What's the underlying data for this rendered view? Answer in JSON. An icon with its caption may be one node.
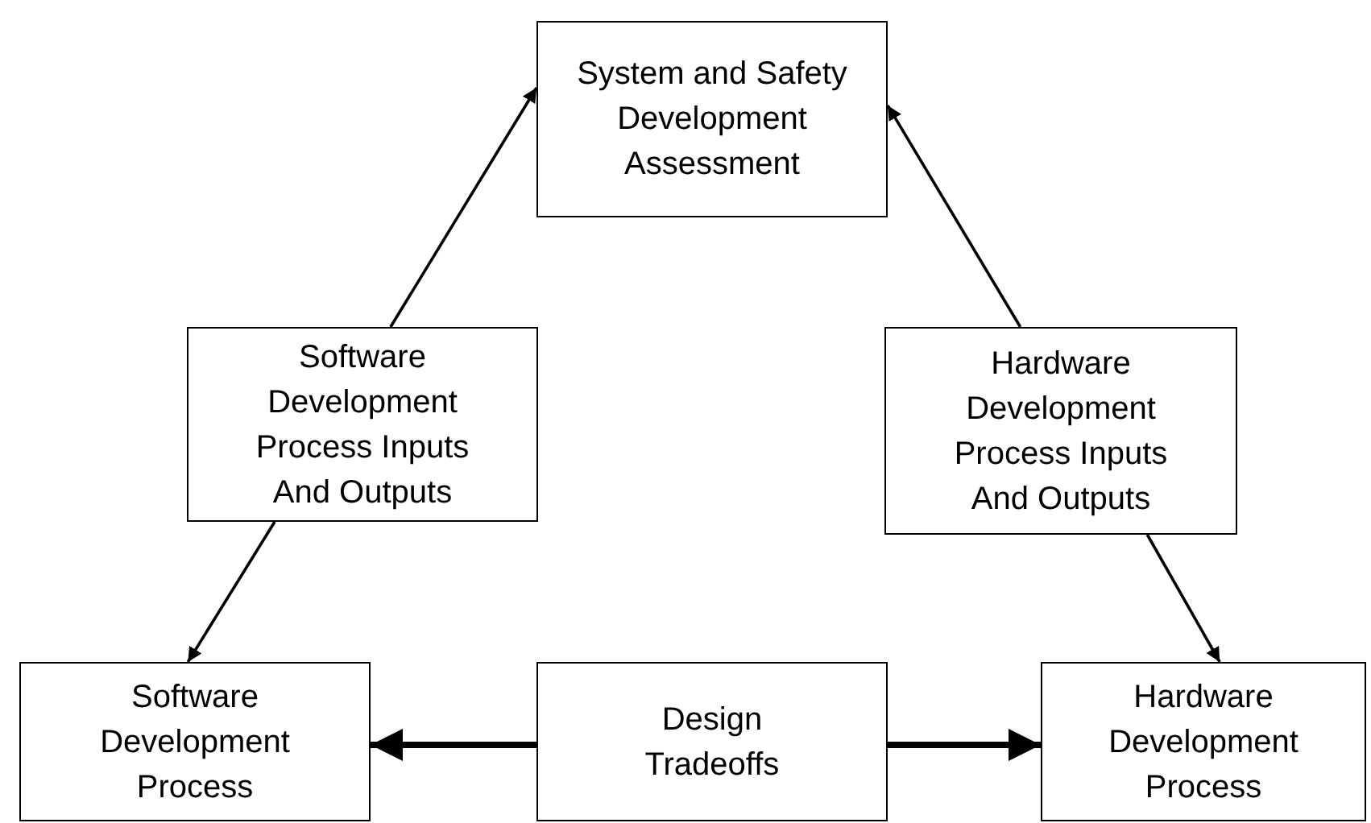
{
  "diagram": {
    "nodes": [
      {
        "text": [
          "System and Safety Development Assessment"
        ]
      },
      {
        "text": [
          "Software Development Process Inputs And Outputs"
        ]
      },
      {
        "text": [
          "Hardware Development Process Inputs And Outputs"
        ]
      },
      {
        "text": [
          "Software Development Process"
        ]
      },
      {
        "text": [
          "Design Tradeoffs"
        ]
      },
      {
        "text": [
          "Hardware Development Process"
        ]
      }
    ],
    "edges": [
      {
        "from": 1,
        "to": 0,
        "arrow": "to"
      },
      {
        "from": 2,
        "to": 0,
        "arrow": "to"
      },
      {
        "from": 1,
        "to": 3,
        "arrow": "to"
      },
      {
        "from": 2,
        "to": 5,
        "arrow": "to"
      },
      {
        "from": 4,
        "to": 3,
        "arrow": "to",
        "style": "thick"
      },
      {
        "from": 4,
        "to": 5,
        "arrow": "to",
        "style": "thick"
      }
    ]
  }
}
